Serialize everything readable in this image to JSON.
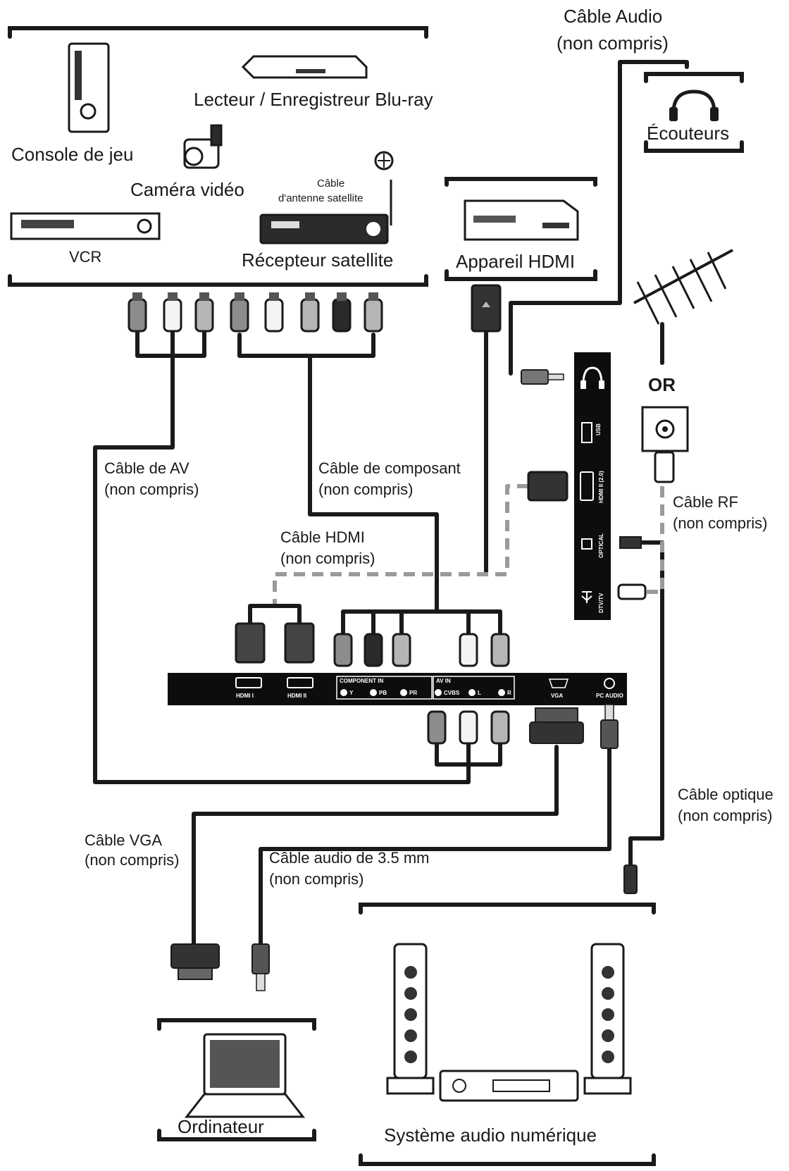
{
  "labels": {
    "cable_audio": "Câble Audio",
    "cable_audio_note": "(non compris)",
    "game_console": "Console de jeu",
    "bluray": "Lecteur / Enregistreur Blu-ray",
    "camcorder": "Caméra vidéo",
    "vcr": "VCR",
    "sat_antenna_cable_1": "Câble",
    "sat_antenna_cable_2": "d'antenne satellite",
    "sat_receiver": "Récepteur satellite",
    "hdmi_device": "Appareil HDMI",
    "headphones": "Écouteurs",
    "or": "OR",
    "av_cable": "Câble de AV",
    "av_cable_note": "(non compris)",
    "component_cable": "Câble de composant",
    "component_cable_note": "(non compris)",
    "hdmi_cable": "Câble HDMI",
    "hdmi_cable_note": "(non compris)",
    "rf_cable": "Câble RF",
    "rf_cable_note": "(non compris)",
    "optical_cable": "Câble optique",
    "optical_cable_note": "(non compris)",
    "vga_cable": "Câble VGA",
    "vga_cable_note": "(non compris)",
    "audio35_cable": "Câble audio de 3.5 mm",
    "audio35_cable_note": "(non compris)",
    "computer": "Ordinateur",
    "digital_audio": "Système audio numérique"
  },
  "side_panel_ports": [
    "USB",
    "HDMI II (2.0)",
    "OPTICAL",
    "DTV/TV"
  ],
  "back_panel_ports": [
    "HDMI I",
    "HDMI II",
    "COMPONENT IN",
    "Y",
    "PB",
    "PR",
    "AV IN",
    "CVBS",
    "L",
    "R",
    "VGA",
    "PC AUDIO"
  ],
  "colors": {
    "cable": "#1a1a1a",
    "hdmi_dashed": "#9a9a9a",
    "panel": "#0d0d0d",
    "rca_gray": "#8c8c8c",
    "rca_white": "#f4f4f4",
    "rca_black": "#2a2a2a"
  }
}
